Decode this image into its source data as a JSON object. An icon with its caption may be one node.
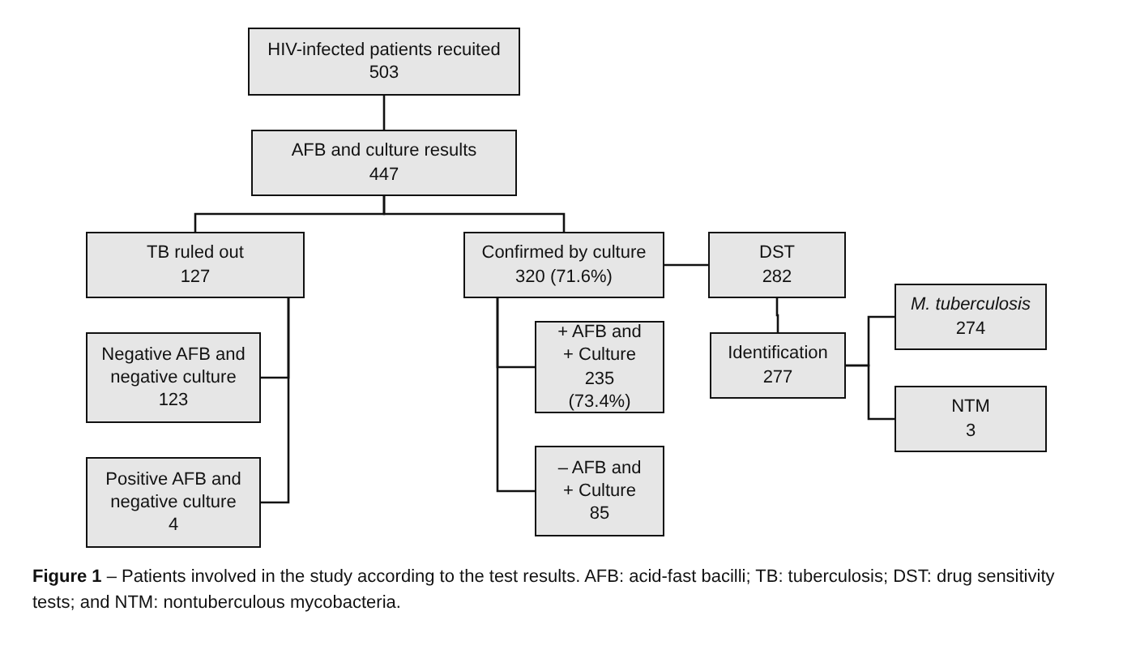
{
  "diagram": {
    "caption": "**Figure 1** – Patients involved in the study according to the test results. AFB: acid-fast bacilli; TB: tuberculosis; DST: drug sensitivity tests; and NTM: nontuberculous mycobacteria.",
    "nodes": [
      {
        "text": [
          "HIV-infected patients recuited",
          "503"
        ]
      },
      {
        "text": [
          "AFB and culture results",
          "447"
        ]
      },
      {
        "text": [
          "TB ruled out",
          "127"
        ]
      },
      {
        "text": [
          "Confirmed by culture",
          "320 (71.6%)"
        ]
      },
      {
        "text": [
          "DST",
          "282"
        ]
      },
      {
        "text": [
          "Negative AFB and negative culture",
          "123"
        ]
      },
      {
        "text": [
          "Positive AFB and negative culture",
          "4"
        ]
      },
      {
        "text": [
          "+ AFB and + Culture",
          "235 (73.4%)"
        ]
      },
      {
        "text": [
          "– AFB and + Culture",
          "85"
        ]
      },
      {
        "text": [
          "Identification",
          "277"
        ]
      },
      {
        "text": [
          "*M. tuberculosis*",
          "274"
        ]
      },
      {
        "text": [
          "NTM",
          "3"
        ]
      }
    ],
    "edges": [
      {
        "from": 0,
        "to": 1,
        "arrow": "none"
      },
      {
        "from": 1,
        "to": 2,
        "arrow": "none"
      },
      {
        "from": 1,
        "to": 3,
        "arrow": "none"
      },
      {
        "from": 2,
        "to": 5,
        "arrow": "none"
      },
      {
        "from": 2,
        "to": 6,
        "arrow": "none"
      },
      {
        "from": 3,
        "to": 7,
        "arrow": "none"
      },
      {
        "from": 3,
        "to": 8,
        "arrow": "none"
      },
      {
        "from": 3,
        "to": 4,
        "arrow": "none"
      },
      {
        "from": 4,
        "to": 9,
        "arrow": "none"
      },
      {
        "from": 9,
        "to": 10,
        "arrow": "none"
      },
      {
        "from": 9,
        "to": 11,
        "arrow": "none"
      }
    ]
  }
}
